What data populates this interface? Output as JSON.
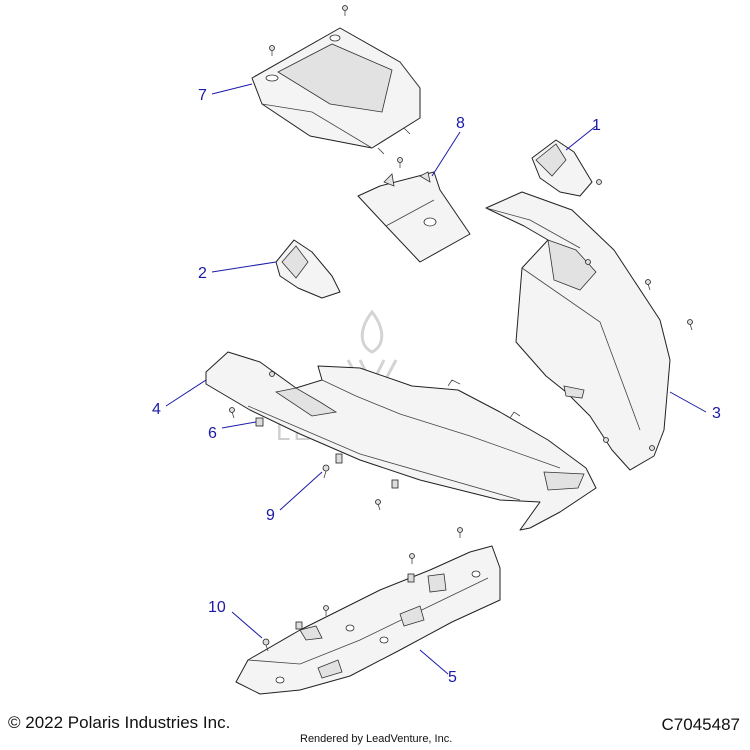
{
  "callouts": [
    {
      "id": "1",
      "label": "1"
    },
    {
      "id": "2",
      "label": "2"
    },
    {
      "id": "3",
      "label": "3"
    },
    {
      "id": "4",
      "label": "4"
    },
    {
      "id": "5",
      "label": "5"
    },
    {
      "id": "6",
      "label": "6"
    },
    {
      "id": "7",
      "label": "7"
    },
    {
      "id": "8",
      "label": "8"
    },
    {
      "id": "9",
      "label": "9"
    },
    {
      "id": "10",
      "label": "10"
    }
  ],
  "watermark": {
    "text": "LEADVENTURE"
  },
  "footer": {
    "copyright": "© 2022 Polaris Industries Inc.",
    "drawing_number": "C7045487",
    "rendered_by": "Rendered by LeadVenture, Inc."
  },
  "colors": {
    "callout": "#1a1aa8",
    "line": "#222222",
    "watermark": "#cfcfcf"
  }
}
